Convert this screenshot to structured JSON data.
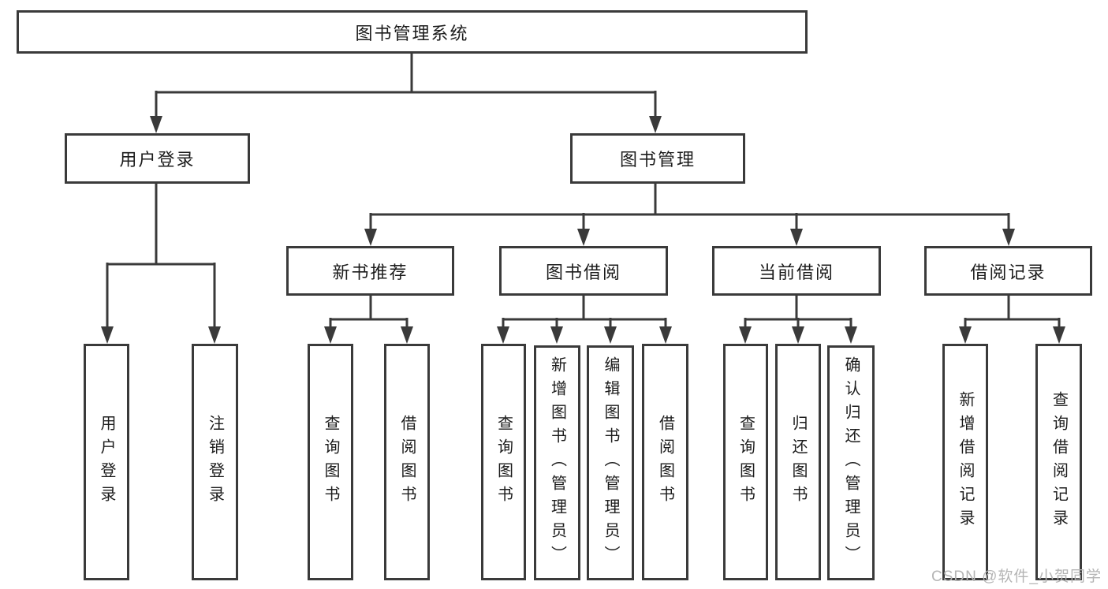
{
  "title": "图书管理系统",
  "tree": {
    "root": {
      "label": "图书管理系统"
    },
    "branches": [
      {
        "label": "用户登录",
        "children": [
          {
            "label": "用户登录"
          },
          {
            "label": "注销登录"
          }
        ]
      },
      {
        "label": "图书管理",
        "children": [
          {
            "label": "新书推荐",
            "children": [
              {
                "label": "查询图书"
              },
              {
                "label": "借阅图书"
              }
            ]
          },
          {
            "label": "图书借阅",
            "children": [
              {
                "label": "查询图书"
              },
              {
                "label": "新增图书（管理员）"
              },
              {
                "label": "编辑图书（管理员）"
              },
              {
                "label": "借阅图书"
              }
            ]
          },
          {
            "label": "当前借阅",
            "children": [
              {
                "label": "查询图书"
              },
              {
                "label": "归还图书"
              },
              {
                "label": "确认归还（管理员）"
              }
            ]
          },
          {
            "label": "借阅记录",
            "children": [
              {
                "label": "新增借阅记录"
              },
              {
                "label": "查询借阅记录"
              }
            ]
          }
        ]
      }
    ]
  },
  "watermark": {
    "text": "CSDN @软件_小贺同学"
  },
  "colors": {
    "line": "#3a3a3a",
    "border": "#3a3a3a",
    "text": "#1c1c1c",
    "background": "#ffffff",
    "watermark": "#b5b5b5"
  }
}
